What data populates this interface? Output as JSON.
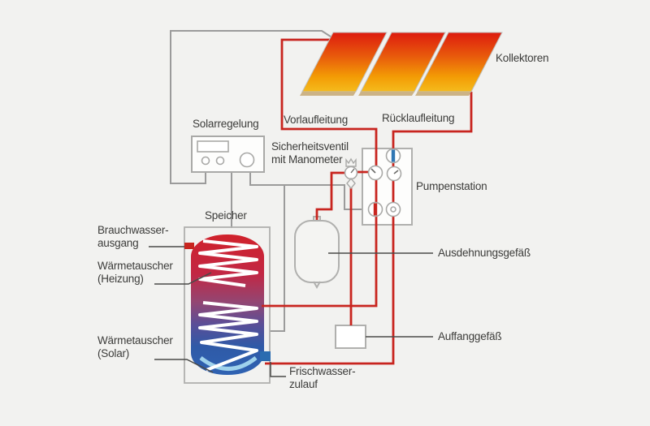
{
  "diagram": {
    "type": "solar-thermal-system-schematic",
    "labels": {
      "kollektoren": "Kollektoren",
      "vorlaufleitung": "Vorlaufleitung",
      "ruecklaufleitung": "Rücklaufleitung",
      "solarregelung": "Solarregelung",
      "sicherheitsventil": "Sicherheitsventil\nmit Manometer",
      "pumpenstation": "Pumpenstation",
      "speicher": "Speicher",
      "brauchwasserausgang": "Brauchwasser-\nausgang",
      "waermetauscher_heizung": "Wärmetauscher\n(Heizung)",
      "waermetauscher_solar": "Wärmetauscher\n(Solar)",
      "ausdehnungsgefaess": "Ausdehnungsgefäß",
      "auffanggefaess": "Auffanggefäß",
      "frischwasserzulauf": "Frischwasser-\nzulauf"
    },
    "colors": {
      "background": "#f2f2f0",
      "pipe_red": "#c8251f",
      "wire_gray": "#9b9b9b",
      "pointer_dark": "#4a4a48",
      "component_border": "#adadab",
      "collector_top_red": "#dd1b0e",
      "collector_bottom_yellow": "#f5bb1c",
      "collector_edge_tan": "#ccb386",
      "tank_hot_red": "#d0222b",
      "tank_cold_blue": "#2f62b2",
      "coil_white": "#ffffff",
      "valve_blue": "#3077b4",
      "valve_red": "#c8251f",
      "freshwater_blue": "#2b6cb0",
      "freshwater_arc": "#9fd2ec"
    }
  }
}
